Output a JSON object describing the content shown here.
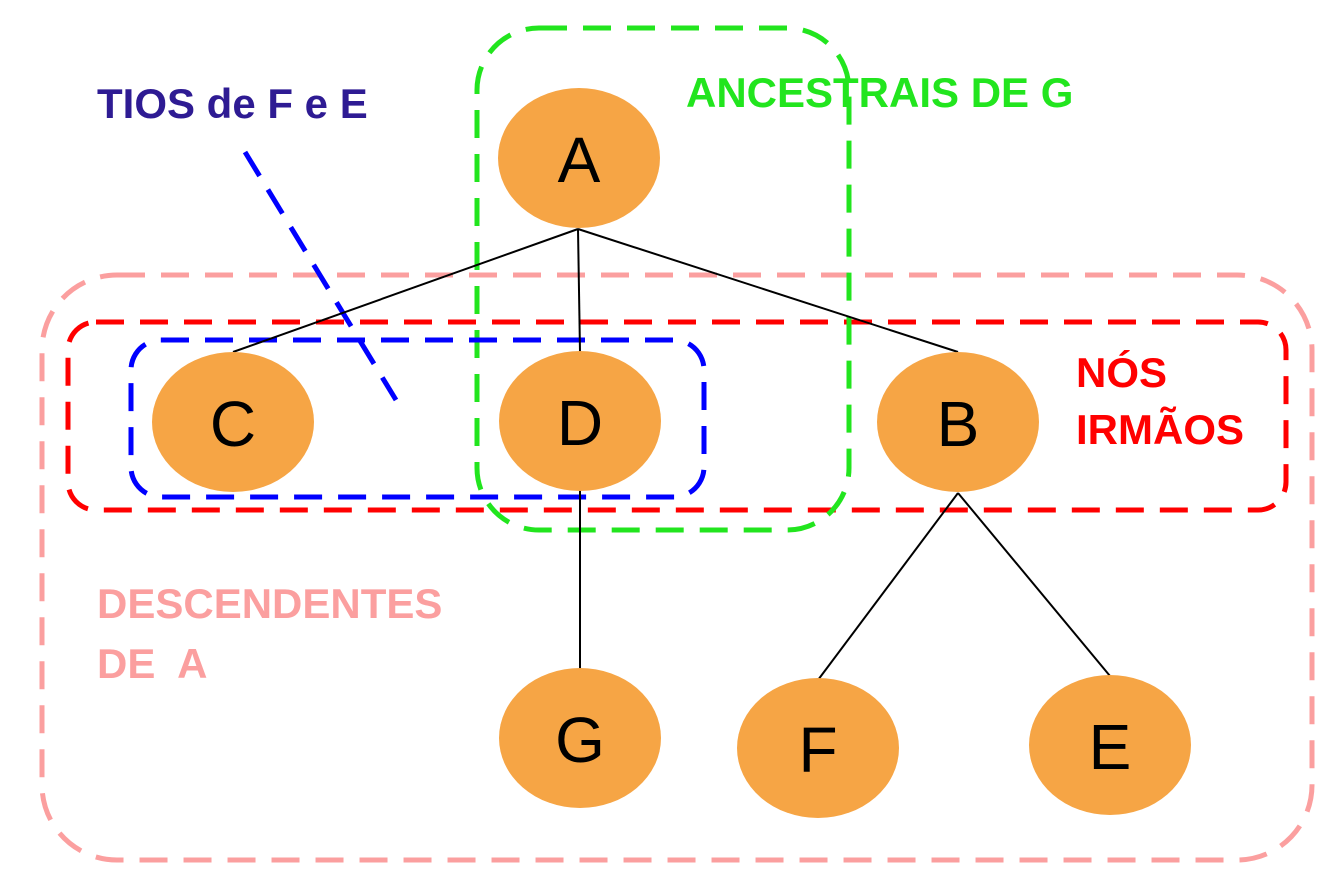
{
  "colors": {
    "node_fill": "#F6A545",
    "edge": "#000000",
    "ancestors": "#22E51E",
    "siblings": "#FF0000",
    "descendants": "#FB9F9F",
    "uncles_box": "#0000FF",
    "uncles_text": "#2E1B93"
  },
  "nodes": [
    "A",
    "C",
    "D",
    "B",
    "G",
    "F",
    "E"
  ],
  "labels": {
    "ancestors": "ANCESTRAIS DE G",
    "uncles": "TIOS de F e E",
    "siblings_line1": "NÓS",
    "siblings_line2": "IRMÃOS",
    "descendants_line1": "DESCENDENTES",
    "descendants_line2": "DE  A"
  }
}
